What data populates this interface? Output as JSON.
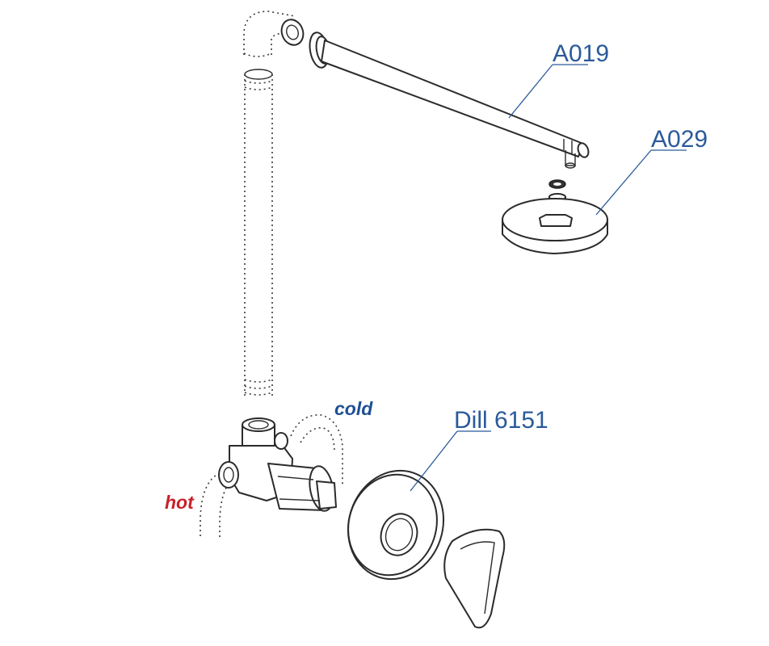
{
  "labels": {
    "shower_arm": "A019",
    "shower_head": "A029",
    "mixer": "Dill 6151",
    "cold": "cold",
    "hot": "hot"
  },
  "colors": {
    "part_label": "#2a5a9a",
    "cold": "#1e4f95",
    "hot": "#c8202a",
    "line": "#2b2b2b"
  }
}
